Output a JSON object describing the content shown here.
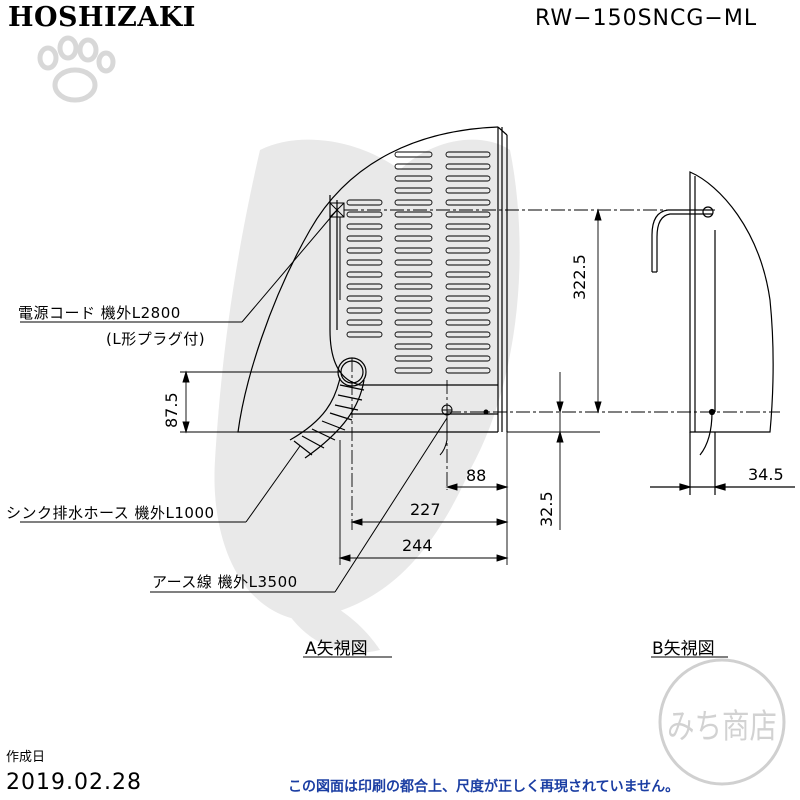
{
  "header": {
    "brand": "HOSHIZAKI",
    "model": "RW−150SNCG−ML"
  },
  "callouts": {
    "power_cord": "電源コード  機外L2800",
    "power_cord_sub": "(L形プラグ付)",
    "drain_hose": "シンク排水ホース 機外L1000",
    "earth_wire": "アース線  機外L3500"
  },
  "dimensions": {
    "d_322_5": "322.5",
    "d_87_5": "87.5",
    "d_88": "88",
    "d_227": "227",
    "d_244": "244",
    "d_32_5": "32.5",
    "d_34_5": "34.5"
  },
  "views": {
    "a": "A矢視図",
    "b": "B矢視図"
  },
  "footer": {
    "made_label": "作成日",
    "made_date": "2019.02.28",
    "disclaimer": "この図面は印刷の都合上、尺度が正しく再現されていません。"
  },
  "stamp": {
    "text": "みち商店"
  },
  "colors": {
    "line": "#000000",
    "watermark": "#e6e6e6",
    "disclaimer": "#1b3ea3"
  }
}
